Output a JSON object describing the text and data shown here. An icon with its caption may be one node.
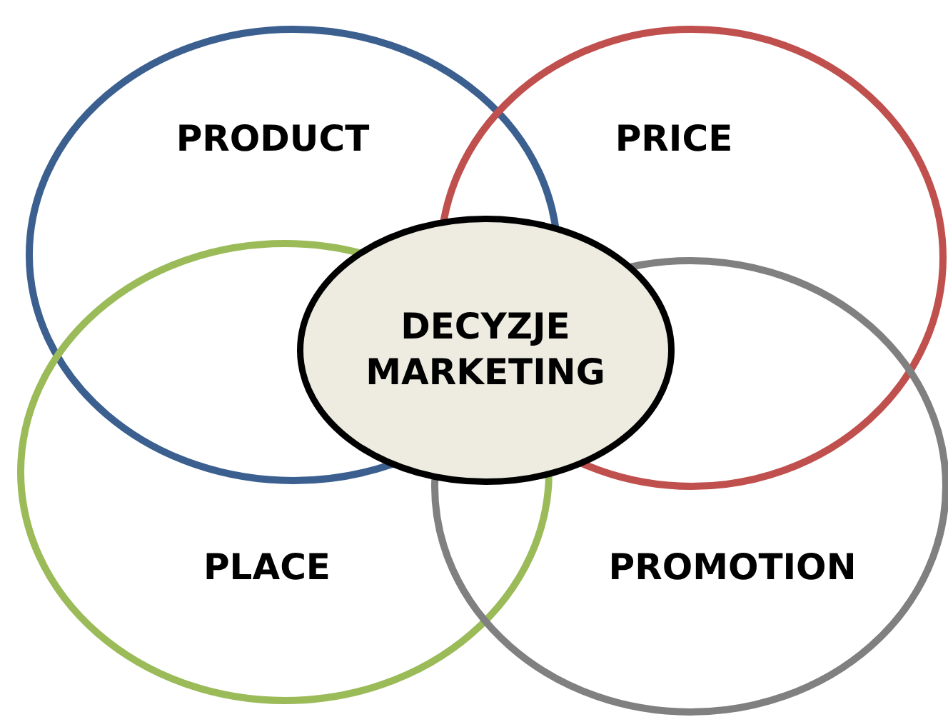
{
  "diagram": {
    "nodes": [
      {
        "text": [
          "PRODUCT"
        ]
      },
      {
        "text": [
          "PRICE"
        ]
      },
      {
        "text": [
          "DECYZJE MARKETING"
        ]
      },
      {
        "text": [
          "PLACE"
        ]
      },
      {
        "text": [
          "PROMOTION"
        ]
      }
    ]
  }
}
